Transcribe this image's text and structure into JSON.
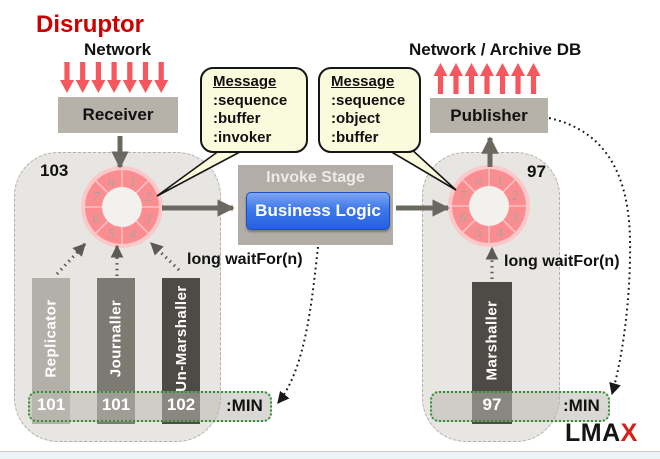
{
  "title": "Disruptor",
  "labels": {
    "network_in": "Network",
    "network_out": "Network / Archive DB",
    "wait_for_left": "long waitFor(n)",
    "wait_for_right": "long waitFor(n)",
    "min_left": ":MIN",
    "min_right": ":MIN"
  },
  "boxes": {
    "receiver": "Receiver",
    "publisher": "Publisher",
    "invoke_stage": "Invoke Stage",
    "business_logic": "Business Logic"
  },
  "callouts": [
    {
      "title": "Message",
      "lines": [
        ":sequence",
        ":buffer",
        ":invoker"
      ]
    },
    {
      "title": "Message",
      "lines": [
        ":sequence",
        ":object",
        ":buffer"
      ]
    }
  ],
  "rings": {
    "left": {
      "counter": "103",
      "segments": [
        "n",
        "1",
        "2",
        "3",
        "4",
        "5",
        "6",
        "7"
      ]
    },
    "right": {
      "counter": "97",
      "segments": [
        "n",
        "1",
        "2",
        "3",
        "4",
        "5",
        "6",
        "7"
      ]
    }
  },
  "consumers": {
    "left": [
      {
        "name": "Replicator",
        "value": "101"
      },
      {
        "name": "Journaller",
        "value": "101"
      },
      {
        "name": "Un-Marshaller",
        "value": "102"
      }
    ],
    "right": [
      {
        "name": "Marshaller",
        "value": "97"
      }
    ]
  },
  "logo": {
    "black": "LMA",
    "red": "X"
  },
  "colors": {
    "accent_red": "#cc0000",
    "arrow_red": "#f4575e",
    "ring_pink": "#fb8d91",
    "business_blue": "#2f66e2",
    "min_border_green": "#2f9232",
    "box_gray": "#b6b2aa",
    "bar_dark": "#4e4a45",
    "bar_mid": "#7d7973",
    "bar_light": "#b3b0aa"
  }
}
